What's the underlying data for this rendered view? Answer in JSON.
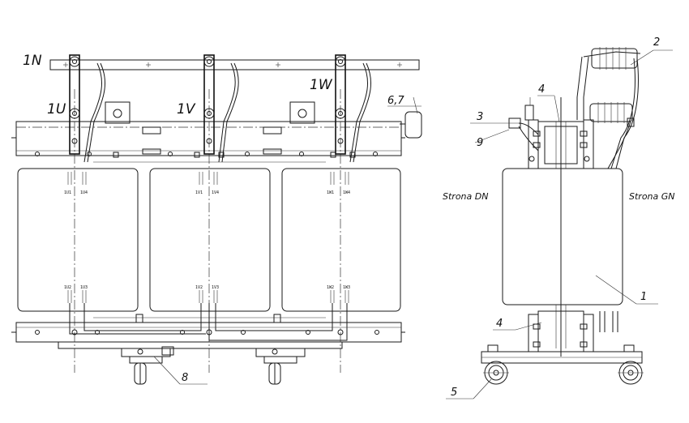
{
  "labels": {
    "neutral": "1N",
    "phase_u": "1U",
    "phase_v": "1V",
    "phase_w": "1W",
    "terminals_u_top_a": "1U1",
    "terminals_u_top_b": "1U4",
    "terminals_v_top_a": "1V1",
    "terminals_v_top_b": "1V4",
    "terminals_w_top_a": "1W1",
    "terminals_w_top_b": "1W4",
    "terminals_u_bot_a": "1U2",
    "terminals_u_bot_b": "1U3",
    "terminals_v_bot_a": "1V2",
    "terminals_v_bot_b": "1V3",
    "terminals_w_bot_a": "1W2",
    "terminals_w_bot_b": "1W3",
    "side_lv": "Strona DN",
    "side_hv": "Strona GN"
  },
  "callouts": {
    "c1": "1",
    "c2": "2",
    "c3": "3",
    "c4_top": "4",
    "c4_bottom": "4",
    "c5": "5",
    "c67": "6,7",
    "c8": "8",
    "c9": "9"
  }
}
